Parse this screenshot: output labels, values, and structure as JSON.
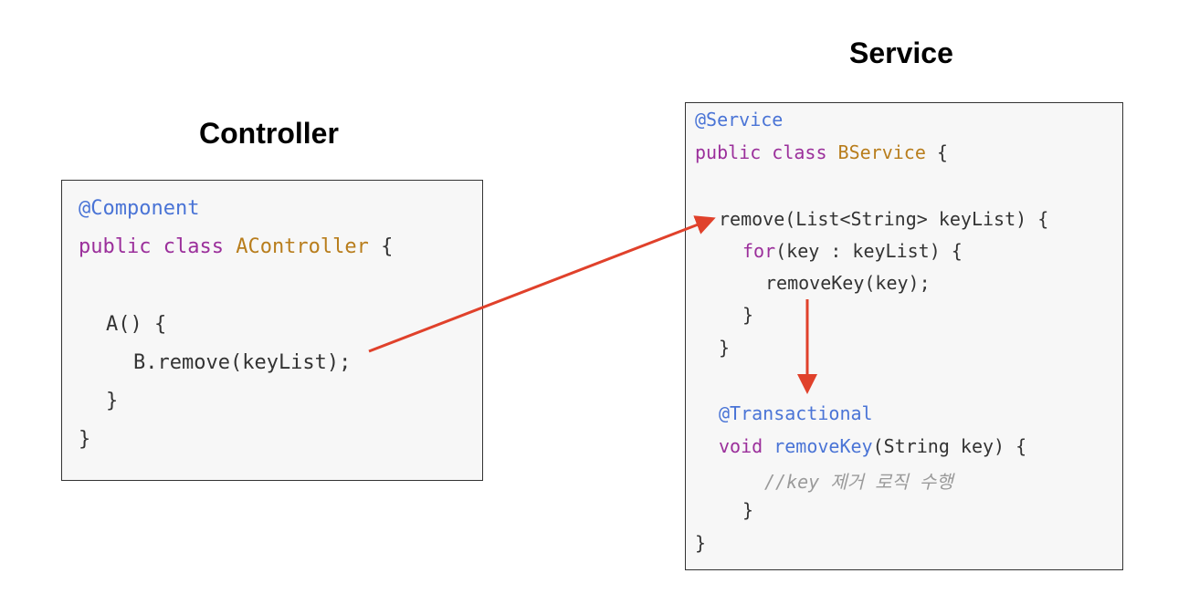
{
  "controller": {
    "title": "Controller",
    "lines": {
      "annotation": "@Component",
      "decl_kw": "public class",
      "decl_name": "AController",
      "decl_end": "{",
      "method": "A() {",
      "call": "B.remove(keyList);",
      "method_close": "}",
      "class_close": "}"
    }
  },
  "service": {
    "title": "Service",
    "lines": {
      "annotation": "@Service",
      "decl_kw": "public class",
      "decl_name": "BService",
      "decl_end": "{",
      "remove_sig": "remove(List<String> keyList) {",
      "for_kw": "for",
      "for_rest": "(key : keyList) {",
      "remove_key_call": "removeKey(key);",
      "for_close": "}",
      "remove_close": "}",
      "tx_annotation": "@Transactional",
      "void_kw": "void",
      "removekey_name": "removeKey",
      "removekey_params": "(String key) {",
      "comment": "//key 제거 로직 수행",
      "removekey_close": "}",
      "class_close": "}"
    }
  },
  "colors": {
    "arrow": "#e0412b",
    "annotation": "#4a74d6",
    "keyword": "#9b2f9b",
    "class_name": "#b87d1c",
    "comment": "#9a9a9a"
  }
}
